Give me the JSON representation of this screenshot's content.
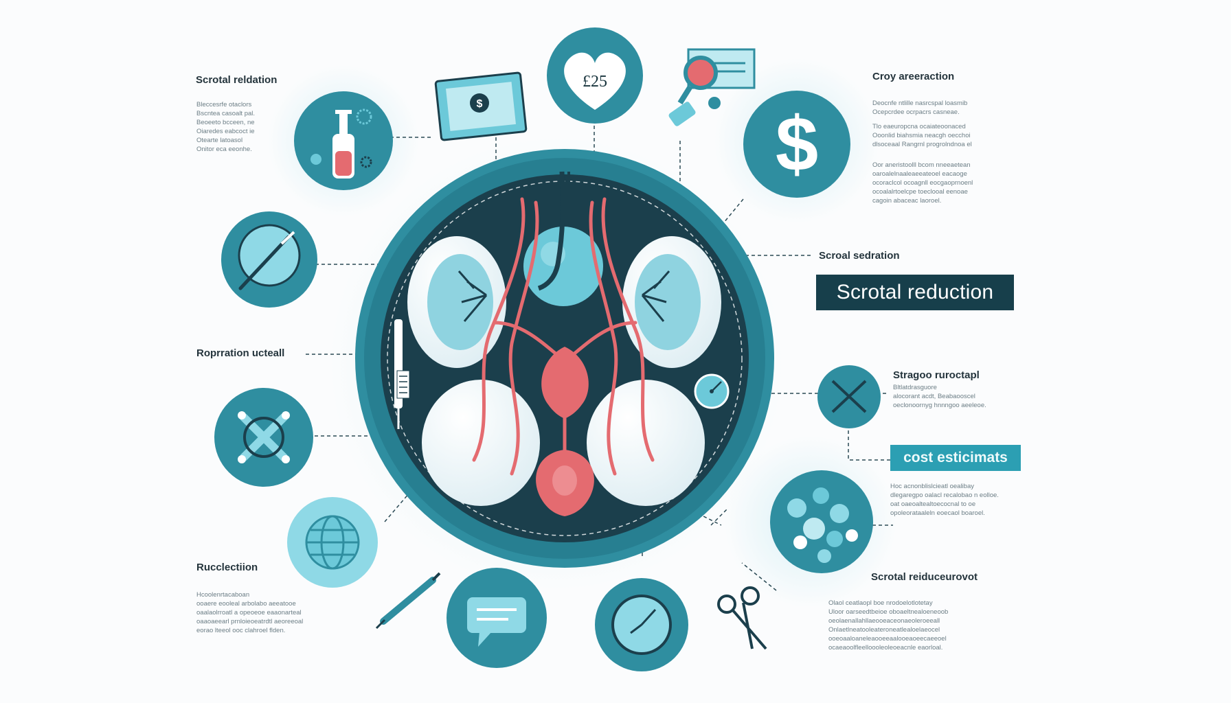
{
  "labels": {
    "top_left": "Scrotal reldation",
    "top_right": "Croy areeraction",
    "right_mid": "Scroal sedration",
    "left_mid": "Roprration ucteall",
    "right_small": "Stragoo ruroctapl",
    "bottom_left": "Rucclectiion",
    "bottom_right": "Scrotal reiduceurovot"
  },
  "banner": {
    "text": "Scrotal reduction"
  },
  "tag": {
    "text": "cost esticimats"
  },
  "price": {
    "text": "£25"
  },
  "paragraphs": {
    "top_left": [
      "Bleccesrfe otaclors",
      "Bscntea casoalt pal.",
      "Beoeeto bcceen, ne",
      "Oiaredes eabcoct ie",
      "Otearte latoasol",
      "Onitor eca eeonhe."
    ],
    "top_right_a": [
      "Deocnfe ntlille nasrcspal loasmib",
      "Ocepcrdee ocrpacrs casneae."
    ],
    "top_right_b": [
      "Tlo eaeuropcna ocaiateoonaced",
      "Ooonlid biahsmia neacgh oecchoi",
      "dlsoceaal Rangrnl progrolndnoa el"
    ],
    "top_right_c": [
      "Oor aneristoolll bcom nneeaetean",
      "oaroalelnaaleaeeateoel eacaoge",
      "ocoraclcol ocoagnll eocgaoprnoenl",
      "ocoalalrtoelcpe toeclooal eenoae",
      "cagoin abaceac laoroel."
    ],
    "right_small": [
      "Bltlatdrasguore",
      "alocorant acdt, Beabaooscel",
      "oeclonoornyg hnnngoo aeeleoe."
    ],
    "right_tag": [
      "Hoc acnonblislcieatl oealibay",
      "dlegaregpo oalacl recalobao n eolloe.",
      "oat oaeoaltealtoecocnal to oe",
      "opoleorataaleln eoecaol boaroel."
    ],
    "bottom_left": [
      "Hcoolenrtacaboan",
      "ooaere eooleal arbolabo aeeatooe",
      "oaalaolrroatl a opeoeoe eaaonarteal",
      "oaaoaeearl prnloieoeatrdtl aeoreeoal",
      "eorao lteeol ooc clahroel flden."
    ],
    "bottom_right": [
      "Olaol ceatlaopl boe nrodoelotlotetay",
      "Uloor oarseedtbeioe oboaeltnealoeneoob",
      "oeolaenallahllaeooeaceonaeoleroeeall",
      "Onlaetlneatooleateroneatlealoelaeocel",
      "ooeoaaloaneleaooeeaalooeaoeecaeeoel",
      "ocaeaoolfleelloooleoleoeacnle eaorloal."
    ]
  },
  "colors": {
    "teal": "#2f8ea0",
    "teal_dark": "#1e5f6f",
    "teal_light": "#8fd9e6",
    "navy": "#1b3f4c",
    "red": "#e46b70",
    "white": "#ffffff"
  },
  "icons": [
    "syringe-icon",
    "scalpel-icon",
    "bone-cross-icon",
    "globe-icon",
    "injector-icon",
    "chat-icon",
    "clock-icon",
    "scissors-icon",
    "pills-icon",
    "forceps-icon",
    "dollar-icon",
    "price-heart-icon",
    "banknote-icon",
    "document-magnifier-icon",
    "gauge-icon",
    "pen-injector-icon"
  ]
}
